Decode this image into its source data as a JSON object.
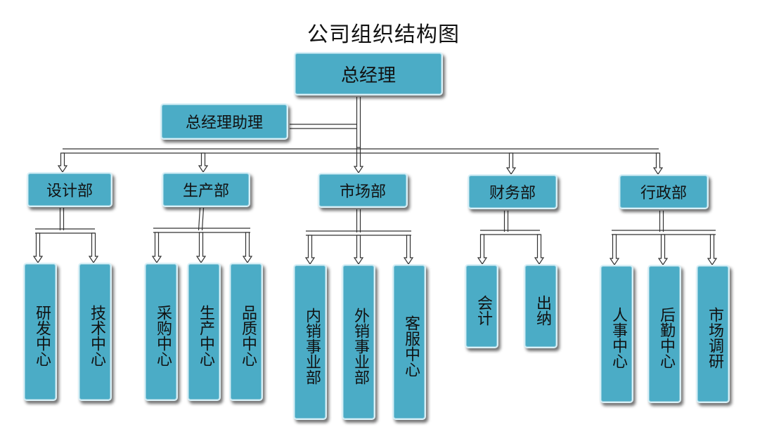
{
  "title": "公司组织结构图",
  "root": "总经理",
  "assistant": "总经理助理",
  "departments": [
    {
      "id": "design",
      "label": "设计部",
      "children": [
        "研发中心",
        "技术中心"
      ]
    },
    {
      "id": "production",
      "label": "生产部",
      "children": [
        "采购中心",
        "生产中心",
        "品质中心"
      ]
    },
    {
      "id": "market",
      "label": "市场部",
      "children": [
        "内销事业部",
        "外销事业部",
        "客服中心"
      ]
    },
    {
      "id": "finance",
      "label": "财务部",
      "children": [
        "会计",
        "出纳"
      ]
    },
    {
      "id": "admin",
      "label": "行政部",
      "children": [
        "人事中心",
        "后勤中心",
        "市场调研"
      ]
    }
  ],
  "colors": {
    "box_fill": "#4bacc6",
    "box_border": "#d9f0f7",
    "line": "#333333",
    "text": "#111111"
  }
}
